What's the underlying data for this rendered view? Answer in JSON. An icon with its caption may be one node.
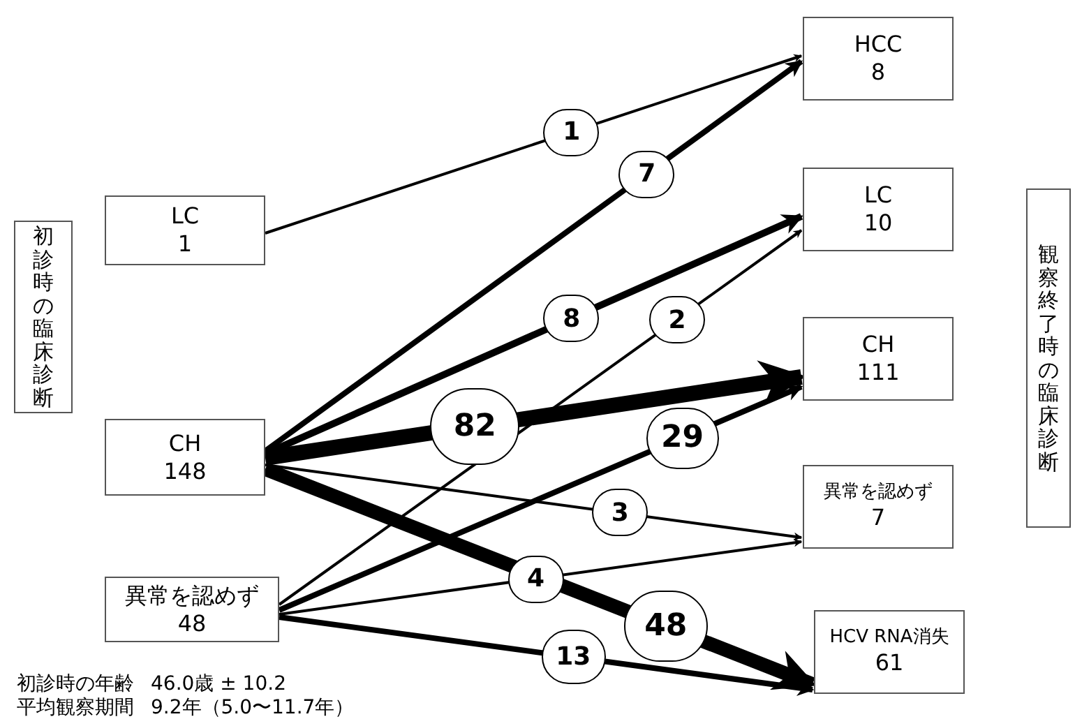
{
  "diagram": {
    "nodes": [
      {
        "text": [
          "初診時の臨床診断"
        ]
      },
      {
        "text": [
          "LC",
          "1"
        ]
      },
      {
        "text": [
          "CH",
          "148"
        ]
      },
      {
        "text": [
          "異常を認めず",
          "48"
        ]
      },
      {
        "text": [
          "HCC",
          "8"
        ]
      },
      {
        "text": [
          "LC",
          "10"
        ]
      },
      {
        "text": [
          "CH",
          "111"
        ]
      },
      {
        "text": [
          "異常を認めず",
          "7"
        ]
      },
      {
        "text": [
          "HCV RNA消失",
          "61"
        ]
      },
      {
        "text": [
          "観察終了時の臨床診断"
        ]
      }
    ],
    "edges": [
      {
        "from": 1,
        "to": 4,
        "arrow": "to",
        "label": "1"
      },
      {
        "from": 2,
        "to": 4,
        "arrow": "to",
        "label": "7"
      },
      {
        "from": 2,
        "to": 5,
        "arrow": "to",
        "label": "8"
      },
      {
        "from": 3,
        "to": 5,
        "arrow": "to",
        "label": "2"
      },
      {
        "from": 2,
        "to": 6,
        "arrow": "to",
        "label": "82",
        "style": "thick"
      },
      {
        "from": 3,
        "to": 6,
        "arrow": "to",
        "label": "29"
      },
      {
        "from": 2,
        "to": 7,
        "arrow": "to",
        "label": "3"
      },
      {
        "from": 3,
        "to": 7,
        "arrow": "to",
        "label": "4"
      },
      {
        "from": 2,
        "to": 8,
        "arrow": "to",
        "label": "48",
        "style": "thick"
      },
      {
        "from": 3,
        "to": 8,
        "arrow": "to",
        "label": "13"
      }
    ],
    "labels": [
      "初診時の年齢",
      "46.0歳 ± 10.2",
      "平均観察期間",
      "9.2年（5.0〜11.7年）"
    ]
  }
}
